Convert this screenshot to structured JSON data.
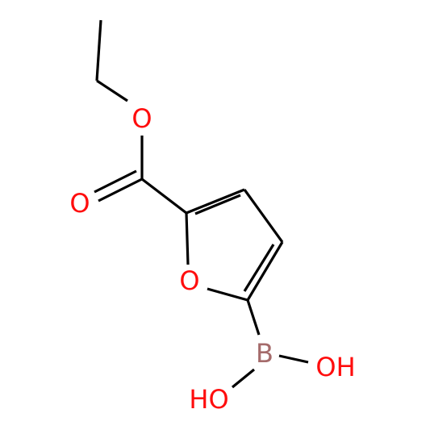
{
  "molecule": {
    "atoms": {
      "ester_o": {
        "label": "O",
        "color": "#ff0d0d"
      },
      "carbonyl_o": {
        "label": "O",
        "color": "#ff0d0d"
      },
      "ring_o": {
        "label": "O",
        "color": "#ff0d0d"
      },
      "boron": {
        "label": "B",
        "color": "#a56b6b"
      },
      "hydroxyl_right": {
        "label": "OH",
        "color": "#ff0d0d"
      },
      "hydroxyl_left": {
        "label": "HO",
        "color": "#ff0d0d"
      }
    },
    "bond_color": "#000000"
  }
}
